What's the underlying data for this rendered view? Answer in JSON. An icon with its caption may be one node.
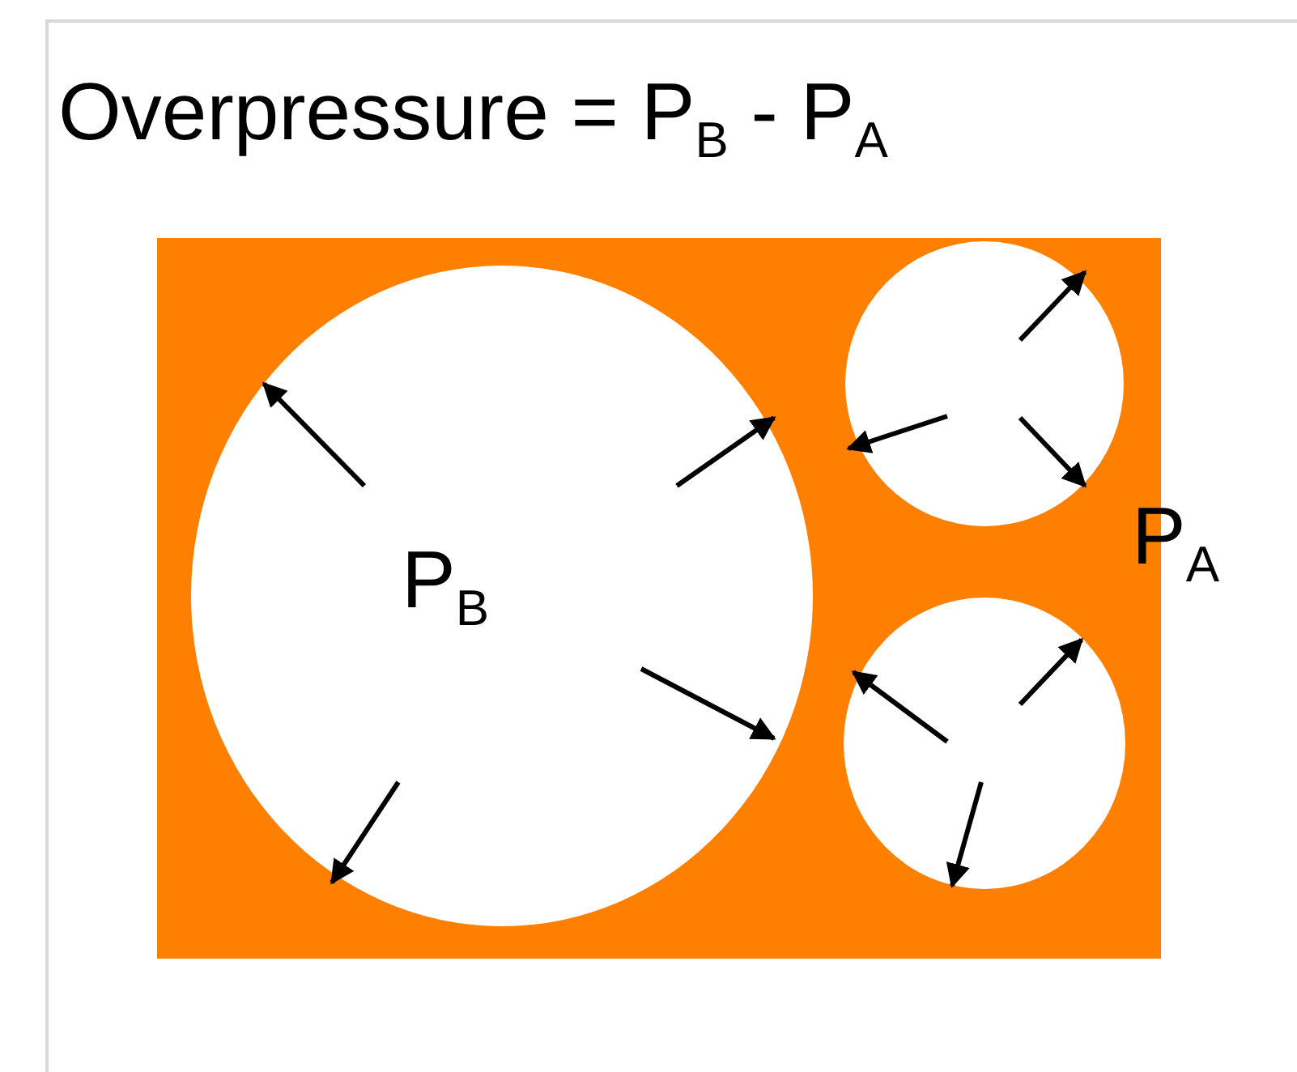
{
  "diagram": {
    "title": "Overpressure = P$_{B}$ - P$_{A}$",
    "nodes": [
      {
        "text": [],
        "shape": "box"
      },
      {
        "text": [
          "P$_{B}$"
        ],
        "in": 0
      },
      {
        "text": [],
        "shape": "circle",
        "in": 0
      },
      {
        "text": [],
        "shape": "circle",
        "in": 0
      }
    ],
    "labels": [
      "P$_{A}$"
    ]
  }
}
